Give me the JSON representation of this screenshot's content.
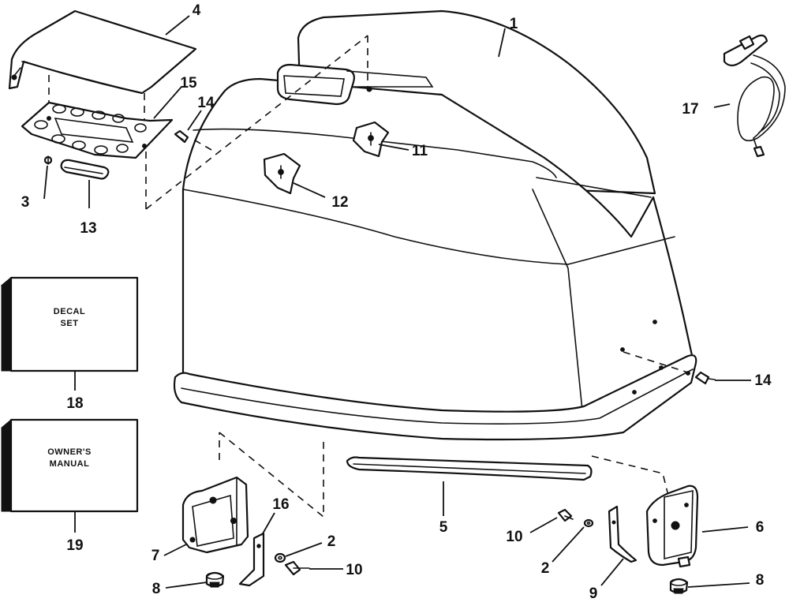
{
  "callouts": {
    "c1": "1",
    "c2a": "2",
    "c2b": "2",
    "c3": "3",
    "c4": "4",
    "c5": "5",
    "c6": "6",
    "c7": "7",
    "c8a": "8",
    "c8b": "8",
    "c9": "9",
    "c10a": "10",
    "c10b": "10",
    "c11": "11",
    "c12": "12",
    "c13": "13",
    "c14a": "14",
    "c14b": "14",
    "c15": "15",
    "c16": "16",
    "c17": "17",
    "c18": "18",
    "c19": "19"
  },
  "boxes": {
    "decal_line1": "DECAL",
    "decal_line2": "SET",
    "manual_line1": "OWNER'S",
    "manual_line2": "MANUAL"
  }
}
